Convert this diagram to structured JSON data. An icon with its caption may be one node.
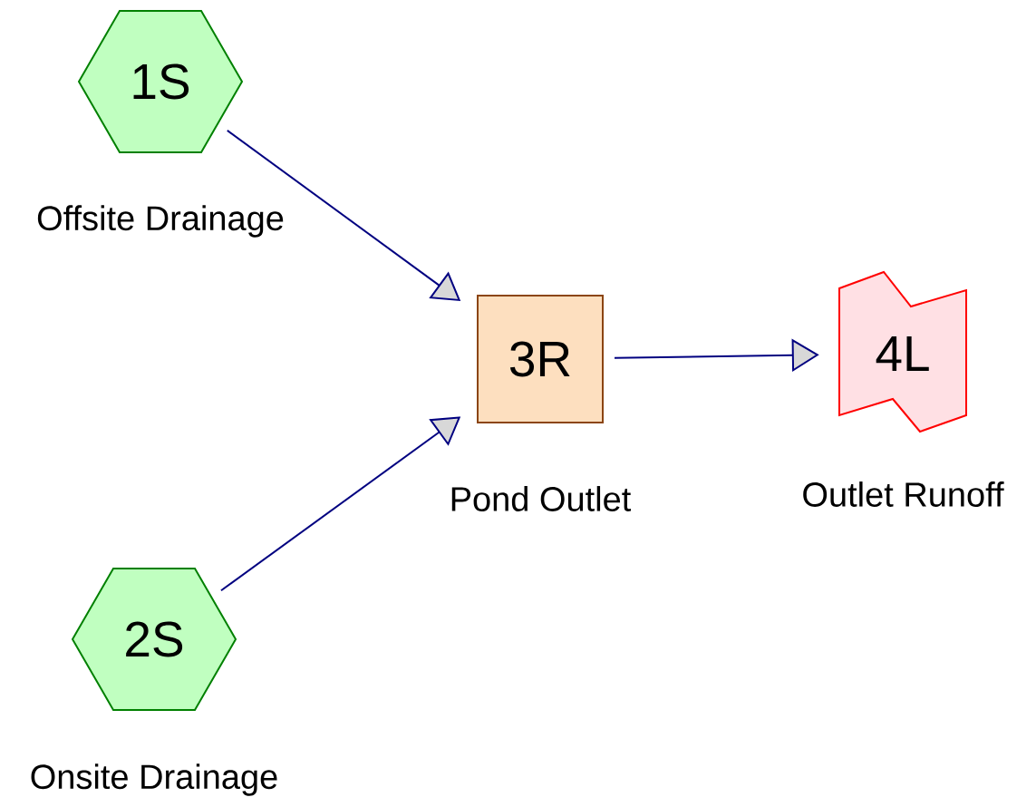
{
  "diagram": {
    "nodes": [
      {
        "text": [
          "1S"
        ],
        "beside": [
          "Offsite Drainage"
        ]
      },
      {
        "text": [
          "2S"
        ],
        "beside": [
          "Onsite Drainage"
        ]
      },
      {
        "text": [
          "3R"
        ],
        "beside": [
          "Pond Outlet"
        ]
      },
      {
        "text": [
          "4L"
        ],
        "beside": [
          "Outlet Runoff"
        ]
      }
    ],
    "edges": [
      {
        "from": 0,
        "to": 2,
        "arrow": "to"
      },
      {
        "from": 1,
        "to": 2,
        "arrow": "to"
      },
      {
        "from": 2,
        "to": 3,
        "arrow": "to"
      }
    ]
  }
}
